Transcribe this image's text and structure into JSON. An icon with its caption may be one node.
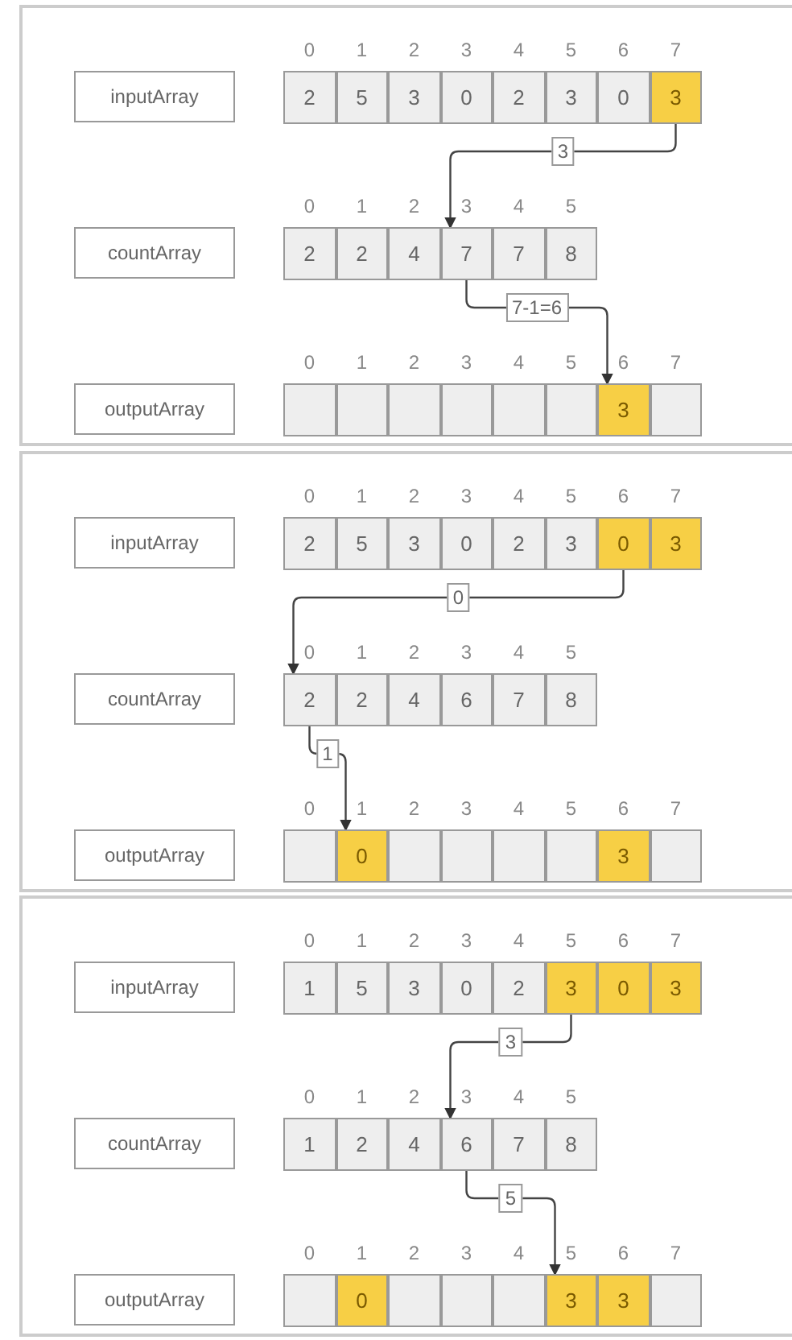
{
  "diagram": {
    "nodes": [
      {
        "text": [],
        "shape": "box"
      },
      {
        "text": [
          "inputArray"
        ],
        "in": 0
      },
      {
        "text": [
          "2"
        ],
        "in": 0
      },
      {
        "text": [
          "5"
        ],
        "in": 0
      },
      {
        "text": [
          "3"
        ],
        "in": 0
      },
      {
        "text": [
          "0"
        ],
        "in": 0
      },
      {
        "text": [
          "2"
        ],
        "in": 0
      },
      {
        "text": [
          "3"
        ],
        "in": 0
      },
      {
        "text": [
          "0"
        ],
        "in": 0
      },
      {
        "text": [
          "3"
        ],
        "in": 0
      },
      {
        "text": [
          "countArray"
        ],
        "in": 0
      },
      {
        "text": [
          "2"
        ],
        "in": 0
      },
      {
        "text": [
          "2"
        ],
        "in": 0
      },
      {
        "text": [
          "4"
        ],
        "in": 0
      },
      {
        "text": [
          "7"
        ],
        "in": 0
      },
      {
        "text": [
          "7"
        ],
        "in": 0
      },
      {
        "text": [
          "8"
        ],
        "in": 0
      },
      {
        "text": [
          "outputArray"
        ],
        "in": 0
      },
      {
        "text": [],
        "shape": "box",
        "in": 0
      },
      {
        "text": [],
        "shape": "box",
        "in": 0
      },
      {
        "text": [],
        "shape": "box",
        "in": 0
      },
      {
        "text": [],
        "shape": "box",
        "in": 0
      },
      {
        "text": [],
        "shape": "box",
        "in": 0
      },
      {
        "text": [],
        "shape": "box",
        "in": 0
      },
      {
        "text": [
          "3"
        ],
        "in": 0
      },
      {
        "text": [],
        "shape": "box",
        "in": 0
      },
      {
        "text": [],
        "shape": "box"
      },
      {
        "text": [
          "inputArray"
        ],
        "in": 26
      },
      {
        "text": [
          "2"
        ],
        "in": 26
      },
      {
        "text": [
          "5"
        ],
        "in": 26
      },
      {
        "text": [
          "3"
        ],
        "in": 26
      },
      {
        "text": [
          "0"
        ],
        "in": 26
      },
      {
        "text": [
          "2"
        ],
        "in": 26
      },
      {
        "text": [
          "3"
        ],
        "in": 26
      },
      {
        "text": [
          "0"
        ],
        "in": 26
      },
      {
        "text": [
          "3"
        ],
        "in": 26
      },
      {
        "text": [
          "countArray"
        ],
        "in": 26
      },
      {
        "text": [
          "2"
        ],
        "in": 26
      },
      {
        "text": [
          "2"
        ],
        "in": 26
      },
      {
        "text": [
          "4"
        ],
        "in": 26
      },
      {
        "text": [
          "6"
        ],
        "in": 26
      },
      {
        "text": [
          "7"
        ],
        "in": 26
      },
      {
        "text": [
          "8"
        ],
        "in": 26
      },
      {
        "text": [
          "outputArray"
        ],
        "in": 26
      },
      {
        "text": [],
        "shape": "box",
        "in": 26
      },
      {
        "text": [
          "0"
        ],
        "in": 26
      },
      {
        "text": [],
        "shape": "box",
        "in": 26
      },
      {
        "text": [],
        "shape": "box",
        "in": 26
      },
      {
        "text": [],
        "shape": "box",
        "in": 26
      },
      {
        "text": [],
        "shape": "box",
        "in": 26
      },
      {
        "text": [
          "3"
        ],
        "in": 26
      },
      {
        "text": [],
        "shape": "box",
        "in": 26
      },
      {
        "text": [],
        "shape": "box"
      },
      {
        "text": [
          "inputArray"
        ],
        "in": 52
      },
      {
        "text": [
          "1"
        ],
        "in": 52
      },
      {
        "text": [
          "5"
        ],
        "in": 52
      },
      {
        "text": [
          "3"
        ],
        "in": 52
      },
      {
        "text": [
          "0"
        ],
        "in": 52
      },
      {
        "text": [
          "2"
        ],
        "in": 52
      },
      {
        "text": [
          "3"
        ],
        "in": 52
      },
      {
        "text": [
          "0"
        ],
        "in": 52
      },
      {
        "text": [
          "3"
        ],
        "in": 52
      },
      {
        "text": [
          "countArray"
        ],
        "in": 52
      },
      {
        "text": [
          "1"
        ],
        "in": 52
      },
      {
        "text": [
          "2"
        ],
        "in": 52
      },
      {
        "text": [
          "4"
        ],
        "in": 52
      },
      {
        "text": [
          "6"
        ],
        "in": 52
      },
      {
        "text": [
          "7"
        ],
        "in": 52
      },
      {
        "text": [
          "8"
        ],
        "in": 52
      },
      {
        "text": [
          "outputArray"
        ],
        "in": 52
      },
      {
        "text": [],
        "shape": "box",
        "in": 52
      },
      {
        "text": [
          "0"
        ],
        "in": 52
      },
      {
        "text": [],
        "shape": "box",
        "in": 52
      },
      {
        "text": [],
        "shape": "box",
        "in": 52
      },
      {
        "text": [],
        "shape": "box",
        "in": 52
      },
      {
        "text": [
          "3"
        ],
        "in": 52
      },
      {
        "text": [
          "3"
        ],
        "in": 52
      },
      {
        "text": [],
        "shape": "box",
        "in": 52
      }
    ],
    "edges": [
      {
        "from": 9,
        "to": 14,
        "arrow": "to",
        "label": "3"
      },
      {
        "from": 14,
        "to": 24,
        "arrow": "to",
        "label": "7-1=6"
      },
      {
        "from": 34,
        "to": 37,
        "arrow": "to",
        "label": "0"
      },
      {
        "from": 37,
        "to": 45,
        "arrow": "to",
        "label": "1"
      },
      {
        "from": 59,
        "to": 66,
        "arrow": "to",
        "label": "3"
      },
      {
        "from": 66,
        "to": 75,
        "arrow": "to",
        "label": "5"
      }
    ],
    "labels": [
      "0",
      "1",
      "2",
      "3",
      "4",
      "5",
      "6",
      "7",
      "0",
      "1",
      "2",
      "3",
      "4",
      "5",
      "0",
      "1",
      "2",
      "3",
      "4",
      "5",
      "6",
      "7",
      "0",
      "1",
      "2",
      "3",
      "4",
      "5",
      "6",
      "7",
      "0",
      "1",
      "2",
      "3",
      "4",
      "5",
      "0",
      "1",
      "2",
      "3",
      "4",
      "5",
      "6",
      "7",
      "0",
      "1",
      "2",
      "3",
      "4",
      "5",
      "6",
      "7",
      "0",
      "1",
      "2",
      "3",
      "4",
      "5",
      "0",
      "1",
      "2",
      "3",
      "4",
      "5",
      "6",
      "7"
    ]
  }
}
